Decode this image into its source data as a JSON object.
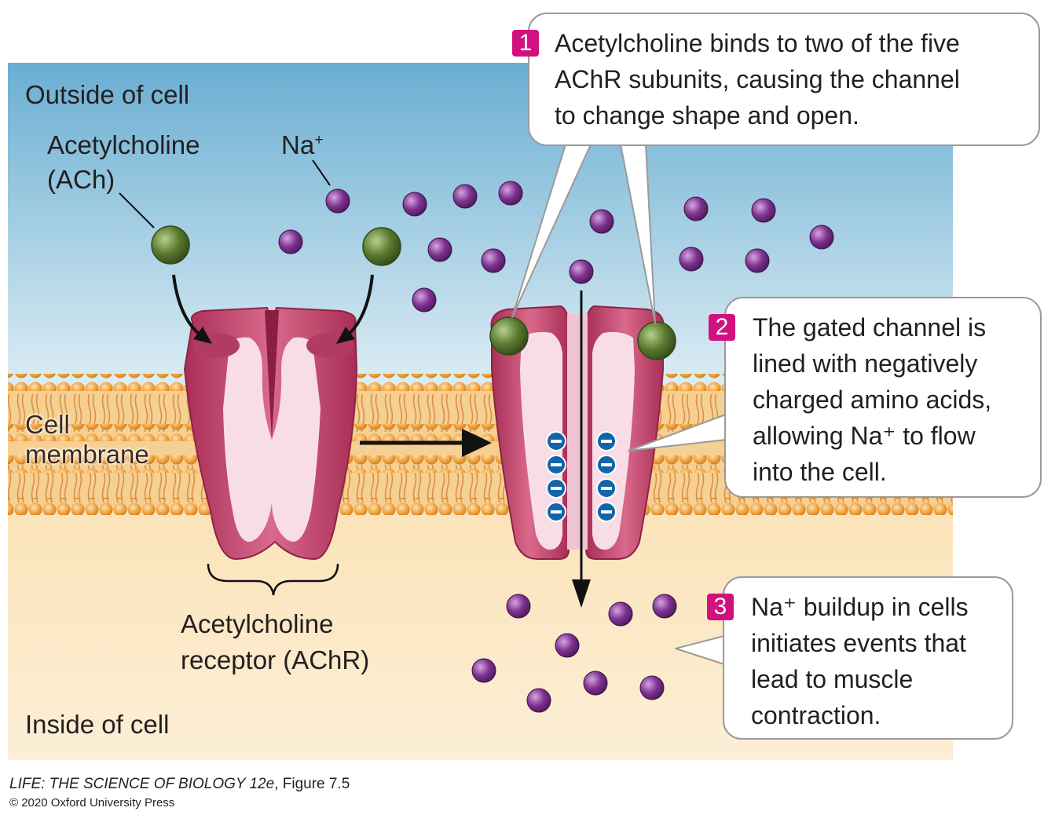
{
  "labels": {
    "outside": "Outside of cell",
    "inside": "Inside of cell",
    "ach_line1": "Acetylcholine",
    "ach_line2": "(ACh)",
    "na_base": "Na",
    "na_sup": "+",
    "membrane_line1": "Cell",
    "membrane_line2": "membrane",
    "receptor_line1": "Acetylcholine",
    "receptor_line2": "receptor (AChR)"
  },
  "steps": [
    {
      "number": "1",
      "lines": [
        "Acetylcholine binds to two of the five",
        "AChR subunits, causing the channel",
        "to change shape and open."
      ]
    },
    {
      "number": "2",
      "lines": [
        "The gated channel is",
        "lined with negatively",
        "charged amino acids,",
        "allowing Na⁺ to flow",
        "into the cell."
      ]
    },
    {
      "number": "3",
      "lines": [
        "Na⁺ buildup in cells",
        "initiates events that",
        "lead to muscle",
        "contraction."
      ]
    }
  ],
  "credit": {
    "book": "LIFE: THE SCIENCE OF BIOLOGY 12e",
    "figure": ", Figure 7.5",
    "copyright": "© 2020 Oxford University Press"
  },
  "colors": {
    "extracellular_top": "#6aaed2",
    "extracellular_bottom": "#dbeef6",
    "cytoplasm": "#fbe6c0",
    "membrane": "#eea345",
    "receptor": "#c13c66",
    "receptor_pore": "#f8dde7",
    "sodium_ion": "#7a2e86",
    "acetylcholine": "#56762e",
    "charge_marker": "#1265a9",
    "step_badge": "#d0117f"
  }
}
